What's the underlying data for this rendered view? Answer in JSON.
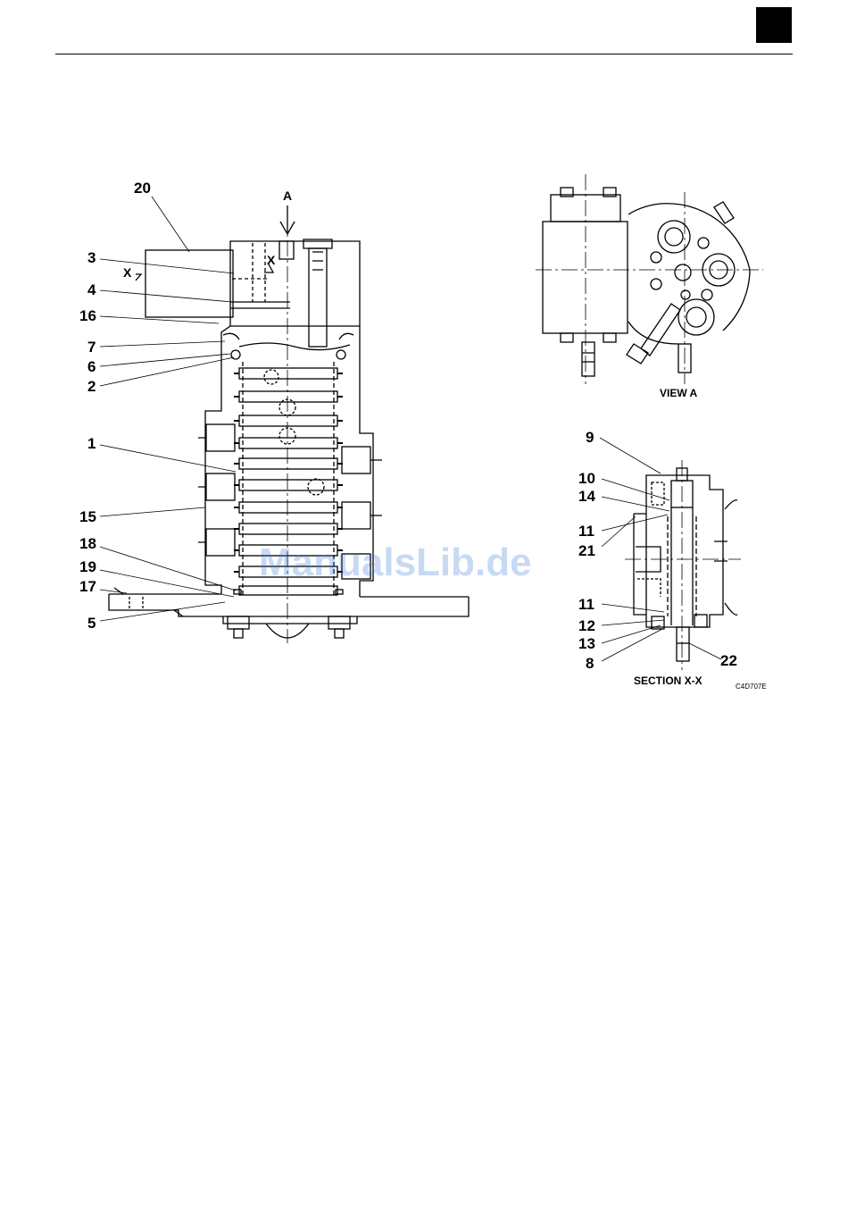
{
  "header": {
    "tab_color": "#000000"
  },
  "main_view": {
    "view_marker": "A",
    "section_marker": "X",
    "callouts": [
      "20",
      "3",
      "4",
      "16",
      "7",
      "6",
      "2",
      "1",
      "15",
      "18",
      "19",
      "17",
      "5"
    ]
  },
  "view_a": {
    "caption": "VIEW A"
  },
  "section_xx": {
    "caption": "SECTION X-X",
    "callouts": [
      "9",
      "10",
      "14",
      "11",
      "21",
      "11",
      "12",
      "13",
      "8",
      "22"
    ]
  },
  "figure_code": "C4D707E",
  "watermark": "ManualsLib.de"
}
